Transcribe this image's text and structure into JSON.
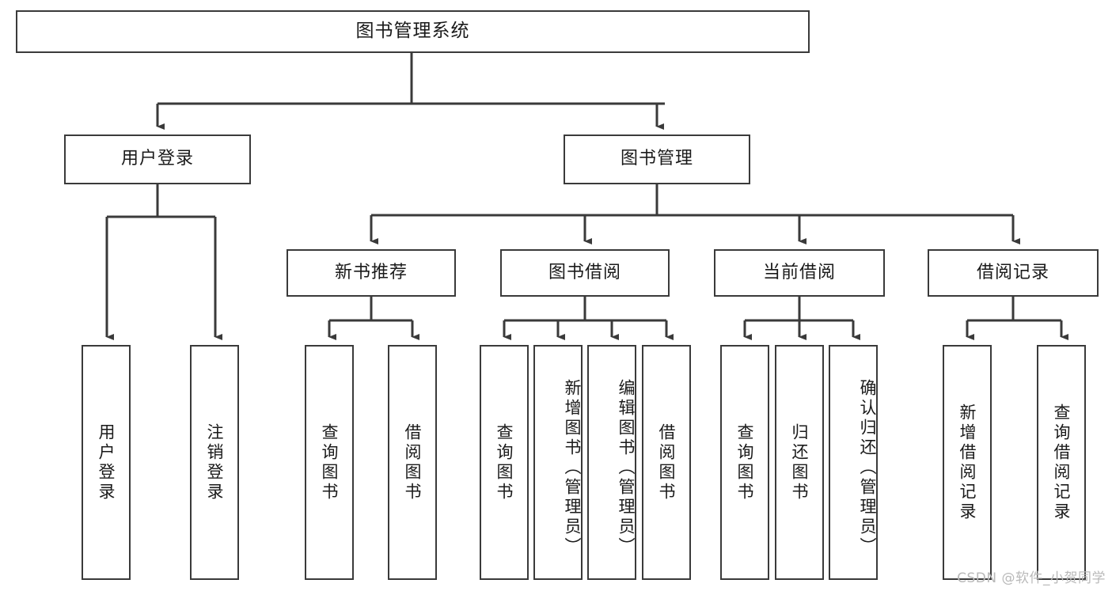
{
  "diagram": {
    "title": "图书管理系统",
    "type": "tree-functional-structure",
    "watermark": "CSDN @软件_小贺同学",
    "colors": {
      "box_border": "#3a3a3a",
      "box_fill": "#ffffff",
      "edge": "#3a3a3a",
      "text": "#1a1a1a",
      "watermark": "#b9b9b9",
      "background": "#ffffff"
    },
    "levels": {
      "root": {
        "label": "图书管理系统"
      },
      "level2": [
        {
          "id": "user-login",
          "label": "用户登录"
        },
        {
          "id": "book-management",
          "label": "图书管理"
        }
      ],
      "level3": [
        {
          "id": "new-book-recommend",
          "label": "新书推荐",
          "parent": "book-management"
        },
        {
          "id": "book-borrow",
          "label": "图书借阅",
          "parent": "book-management"
        },
        {
          "id": "current-borrow",
          "label": "当前借阅",
          "parent": "book-management"
        },
        {
          "id": "borrow-record",
          "label": "借阅记录",
          "parent": "book-management"
        }
      ],
      "leaves": [
        {
          "id": "leaf-user-login",
          "label": "用户登录",
          "parent": "user-login"
        },
        {
          "id": "leaf-user-logout",
          "label": "注销登录",
          "parent": "user-login"
        },
        {
          "id": "leaf-query-book-1",
          "label": "查询图书",
          "parent": "new-book-recommend"
        },
        {
          "id": "leaf-borrow-book-1",
          "label": "借阅图书",
          "parent": "new-book-recommend"
        },
        {
          "id": "leaf-query-book-2",
          "label": "查询图书",
          "parent": "book-borrow"
        },
        {
          "id": "leaf-add-book",
          "label": "新增图书（管理员）",
          "parent": "book-borrow"
        },
        {
          "id": "leaf-edit-book",
          "label": "编辑图书（管理员）",
          "parent": "book-borrow"
        },
        {
          "id": "leaf-borrow-book-2",
          "label": "借阅图书",
          "parent": "book-borrow"
        },
        {
          "id": "leaf-query-book-3",
          "label": "查询图书",
          "parent": "current-borrow"
        },
        {
          "id": "leaf-return-book",
          "label": "归还图书",
          "parent": "current-borrow"
        },
        {
          "id": "leaf-confirm-return",
          "label": "确认归还（管理员）",
          "parent": "current-borrow"
        },
        {
          "id": "leaf-add-record",
          "label": "新增借阅记录",
          "parent": "borrow-record"
        },
        {
          "id": "leaf-query-record",
          "label": "查询借阅记录",
          "parent": "borrow-record"
        }
      ]
    }
  }
}
